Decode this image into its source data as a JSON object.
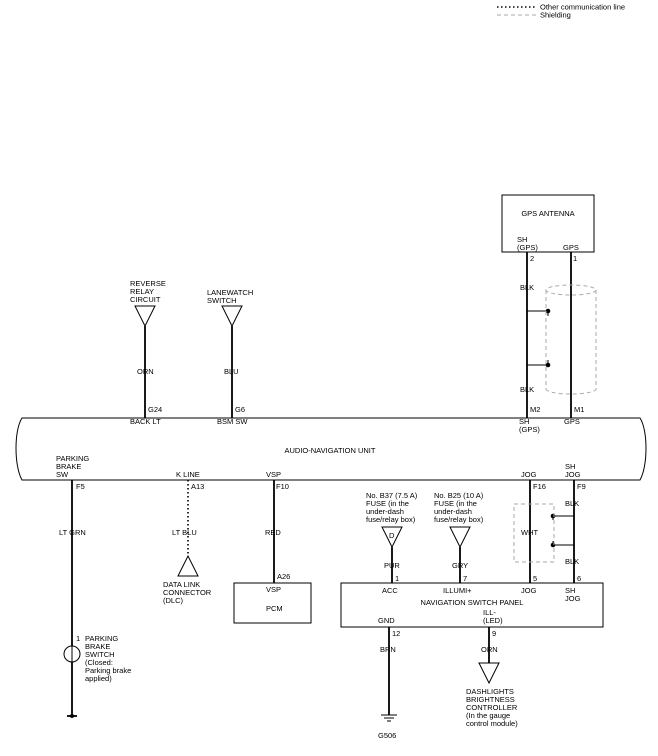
{
  "legend": {
    "other_comm": "Other communication line",
    "shielding": "Shielding"
  },
  "gps_antenna": {
    "title": "GPS ANTENNA",
    "sh_label": [
      "SH",
      "(GPS)"
    ],
    "gps_label": "GPS",
    "pin_sh": "2",
    "pin_gps": "1"
  },
  "unit": {
    "title": "AUDIO-NAVIGATION UNIT",
    "back_lt": "BACK LT",
    "bsm_sw": "BSM SW",
    "sh_gps": [
      "SH",
      "(GPS)"
    ],
    "gps": "GPS",
    "pin_g24": "G24",
    "pin_g6": "G6",
    "pin_m2": "M2",
    "pin_m1": "M1",
    "parking_brake_sw": [
      "PARKING",
      "BRAKE",
      "SW"
    ],
    "k_line": "K LINE",
    "vsp": "VSP",
    "jog": "JOG",
    "sh_jog": [
      "SH",
      "JOG"
    ],
    "pin_f5": "F5",
    "pin_a13": "A13",
    "pin_f10": "F10",
    "pin_f16": "F16",
    "pin_f9": "F9"
  },
  "components": {
    "reverse_relay": [
      "REVERSE",
      "RELAY",
      "CIRCUIT"
    ],
    "lanewatch": [
      "LANEWATCH",
      "SWITCH"
    ],
    "dlc": [
      "DATA LINK",
      "CONNECTOR",
      "(DLC)"
    ],
    "pcm": "PCM",
    "pcm_pin": "A26",
    "pcm_vsp": "VSP",
    "fuse_b37": [
      "No. B37 (7.5 A)",
      "FUSE (in the",
      "under-dash",
      "fuse/relay box)"
    ],
    "fuse_b25": [
      "No. B25 (10 A)",
      "FUSE (in the",
      "under-dash",
      "fuse/relay box)"
    ],
    "fuse_b37_letter": "D",
    "parking_switch": [
      "PARKING",
      "BRAKE",
      "SWITCH",
      "(Closed:",
      "Parking brake",
      "applied)"
    ],
    "parking_switch_pin": "1",
    "dashlights": [
      "DASHLIGHTS",
      "BRIGHTNESS",
      "CONTROLLER",
      "(In the gauge",
      "control module)"
    ],
    "ground": "G506"
  },
  "nav_panel": {
    "title": "NAVIGATION SWITCH PANEL",
    "led": [
      "ILL-",
      "(LED)"
    ],
    "acc": "ACC",
    "illumi": "ILLUMI+",
    "jog": "JOG",
    "sh_jog": [
      "SH",
      "JOG"
    ],
    "gnd": "GND",
    "pin_1": "1",
    "pin_7": "7",
    "pin_5": "5",
    "pin_6": "6",
    "pin_12": "12",
    "pin_9": "9"
  },
  "wires": {
    "blk": "BLK",
    "orn": "ORN",
    "blu": "BLU",
    "lt_grn": "LT GRN",
    "lt_blu": "LT BLU",
    "red": "RED",
    "pur": "PUR",
    "gry": "GRY",
    "wht": "WHT",
    "brn": "BRN"
  }
}
